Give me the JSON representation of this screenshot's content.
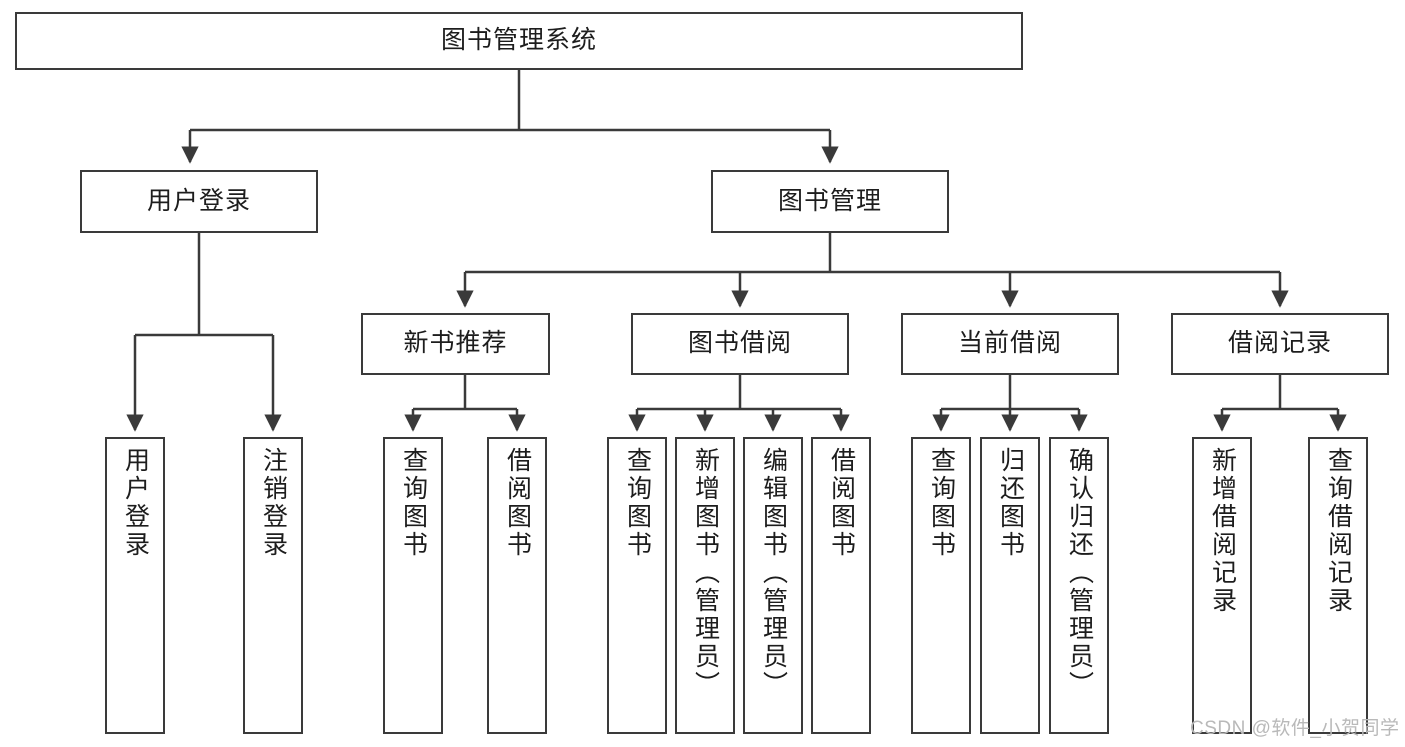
{
  "diagram": {
    "title": "图书管理系统",
    "type": "tree-hierarchy",
    "colors": {
      "box_border": "#3a3a3a",
      "box_fill": "#ffffff",
      "edge": "#3a3a3a",
      "text": "#1d1d1d",
      "watermark": "#b9b9b9"
    },
    "root": {
      "label": "图书管理系统"
    },
    "level1": [
      {
        "label": "用户登录"
      },
      {
        "label": "图书管理"
      }
    ],
    "level2": [
      {
        "label": "新书推荐"
      },
      {
        "label": "图书借阅"
      },
      {
        "label": "当前借阅"
      },
      {
        "label": "借阅记录"
      }
    ],
    "leaves": {
      "user_login": [
        {
          "label": "用户登录"
        },
        {
          "label": "注销登录"
        }
      ],
      "new_book_recommend": [
        {
          "label": "查询图书"
        },
        {
          "label": "借阅图书"
        }
      ],
      "book_borrow": [
        {
          "label": "查询图书"
        },
        {
          "label": "新增图书（管理员）"
        },
        {
          "label": "编辑图书（管理员）"
        },
        {
          "label": "借阅图书"
        }
      ],
      "current_borrow": [
        {
          "label": "查询图书"
        },
        {
          "label": "归还图书"
        },
        {
          "label": "确认归还（管理员）"
        }
      ],
      "borrow_record": [
        {
          "label": "新增借阅记录"
        },
        {
          "label": "查询借阅记录"
        }
      ]
    },
    "watermark": "CSDN @软件_小贺同学"
  }
}
